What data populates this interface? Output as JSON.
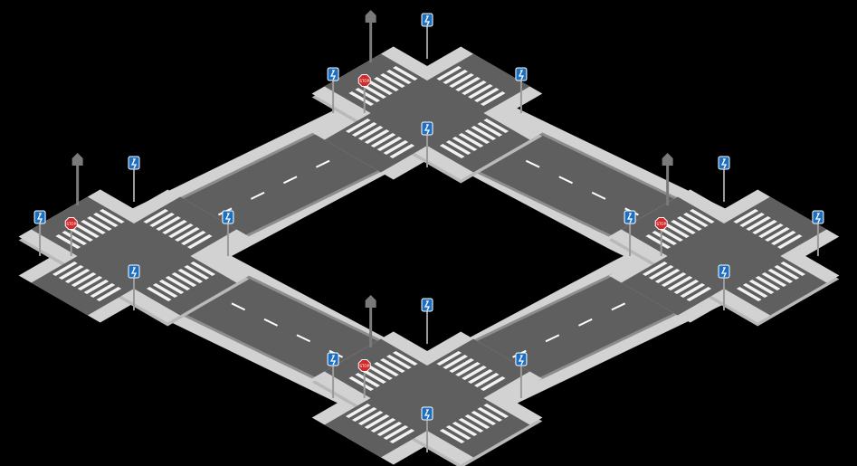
{
  "scene": {
    "kind": "isometric-road-tile-preview",
    "background_color": "#000000",
    "colors": {
      "asphalt": "#5f5f5f",
      "asphalt_edge": "#4a4a4a",
      "sidewalk": "#d2d2d2",
      "sidewalk_dark": "#b9b9b9",
      "curb": "#8d8d8d",
      "lane_marking": "#ffffff",
      "crosswalk_stripe": "#f2f2f2",
      "pedestrian_sign": "#1f6fc1",
      "stop_sign": "#d22a2a",
      "pole": "#9a9a9a",
      "streetlight": "#7a7a7a"
    },
    "intersections": [
      {
        "id": "north",
        "name": "north-intersection",
        "stop_sign_text": "STOP",
        "pedestrian_signs": 4,
        "streetlight": true
      },
      {
        "id": "west",
        "name": "west-intersection",
        "stop_sign_text": "STOP",
        "pedestrian_signs": 4,
        "streetlight": true
      },
      {
        "id": "east",
        "name": "east-intersection",
        "stop_sign_text": "STOP",
        "pedestrian_signs": 4,
        "streetlight": true
      },
      {
        "id": "south",
        "name": "south-intersection",
        "stop_sign_text": "STOP",
        "pedestrian_signs": 4,
        "streetlight": true
      }
    ],
    "road_segments": [
      "north-west",
      "north-east",
      "west-south",
      "east-south"
    ],
    "icons": {
      "pedestrian_sign": "pedestrian-crossing-icon",
      "stop_sign": "stop-sign-icon",
      "streetlight": "streetlight-icon"
    }
  }
}
